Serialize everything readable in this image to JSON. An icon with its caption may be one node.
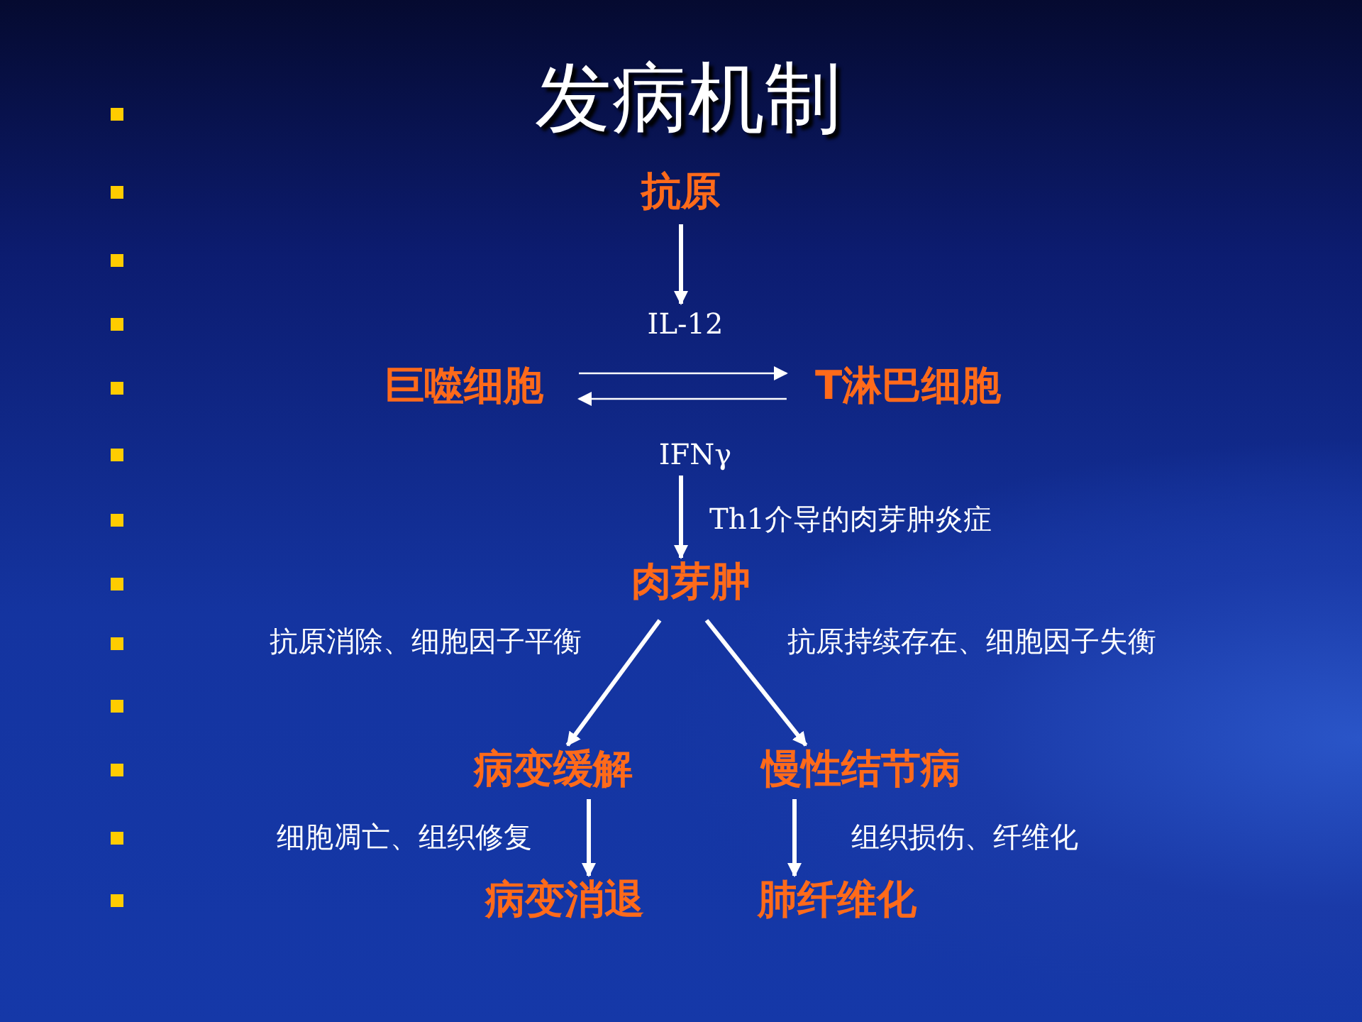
{
  "diagram": {
    "title": "发病机制",
    "nodes": [
      {
        "text": [
          "抗原"
        ]
      },
      {
        "text": [
          "IL-12"
        ]
      },
      {
        "text": [
          "巨噬细胞"
        ]
      },
      {
        "text": [
          "T淋巴细胞"
        ]
      },
      {
        "text": [
          "IFNγ"
        ]
      },
      {
        "text": [
          "肉芽肿"
        ]
      },
      {
        "text": [
          "病变缓解"
        ]
      },
      {
        "text": [
          "慢性结节病"
        ]
      },
      {
        "text": [
          "病变消退"
        ]
      },
      {
        "text": [
          "肺纤维化"
        ]
      }
    ],
    "edges": [
      {
        "from": 0,
        "to": 1,
        "arrow": "to"
      },
      {
        "from": 2,
        "to": 3,
        "arrow": "to"
      },
      {
        "from": 3,
        "to": 2,
        "arrow": "to"
      },
      {
        "from": 4,
        "to": 5,
        "arrow": "to",
        "label": "Th1介导的肉芽肿炎症"
      },
      {
        "from": 5,
        "to": 6,
        "arrow": "to",
        "label": "抗原消除、细胞因子平衡"
      },
      {
        "from": 5,
        "to": 7,
        "arrow": "to",
        "label": "抗原持续存在、细胞因子失衡"
      },
      {
        "from": 6,
        "to": 8,
        "arrow": "to",
        "label": "细胞凋亡、组织修复"
      },
      {
        "from": 7,
        "to": 9,
        "arrow": "to",
        "label": "组织损伤、纤维化"
      }
    ]
  }
}
